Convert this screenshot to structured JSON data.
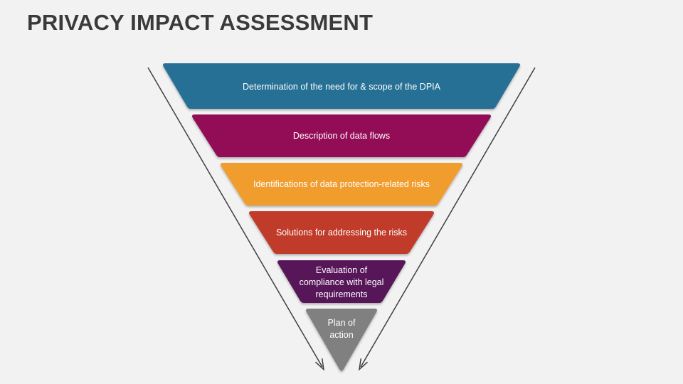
{
  "title": "PRIVACY IMPACT ASSESSMENT",
  "stages": [
    {
      "label": "Determination of the need for & scope of the DPIA",
      "color": "#286f95"
    },
    {
      "label": "Description of data flows",
      "color": "#930f57"
    },
    {
      "label": "Identifications of data protection-related risks",
      "color": "#f19d2e"
    },
    {
      "label": "Solutions for addressing the risks",
      "color": "#c03b2c"
    },
    {
      "label": "Evaluation of compliance with legal requirements",
      "color": "#571658"
    },
    {
      "label": "Plan of action",
      "color": "#808080"
    }
  ],
  "arrow_color": "#404040"
}
